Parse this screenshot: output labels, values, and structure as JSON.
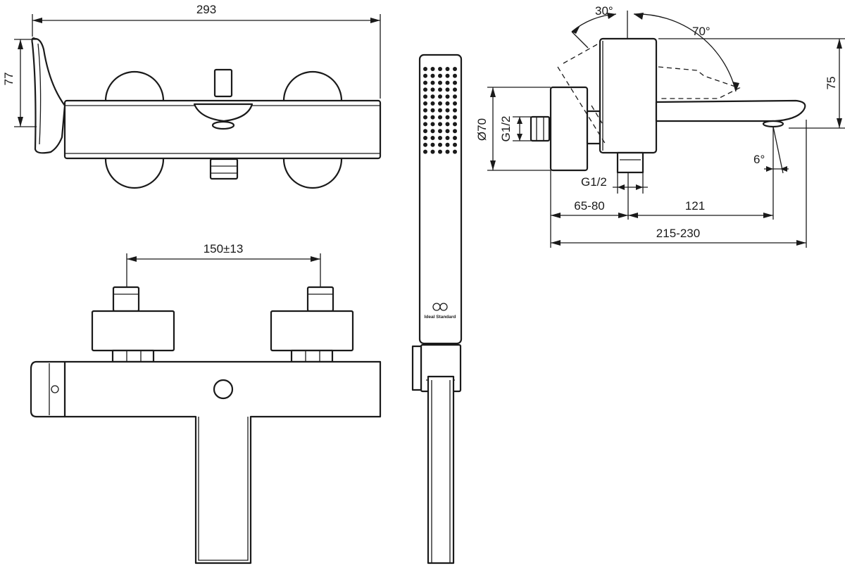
{
  "dimensions": {
    "overall_width": "293",
    "height_lever": "77",
    "angle_30": "30°",
    "angle_70": "70°",
    "height_75": "75",
    "diameter_70": "Ø70",
    "thread_inlet": "G1/2",
    "thread_outlet": "G1/2",
    "projection_6deg": "6°",
    "wall_offset": "65-80",
    "spout_reach": "121",
    "total_depth": "215-230",
    "centres": "150±13"
  },
  "branding": {
    "logo_text": "Ideal Standard"
  }
}
